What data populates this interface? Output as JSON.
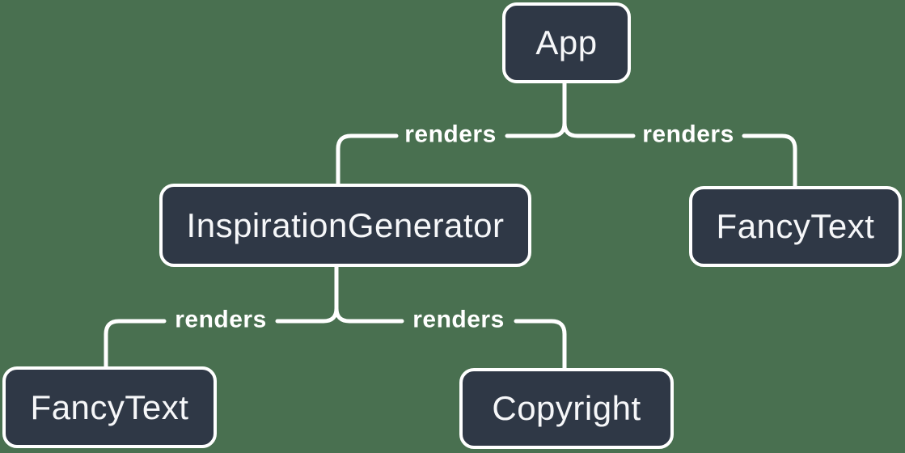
{
  "colors": {
    "background": "#497050",
    "node_fill": "#2F3846",
    "node_border": "#FFFFFF",
    "edge": "#FFFFFF",
    "text": "#F6F7F9"
  },
  "nodes": [
    {
      "id": "app",
      "label": "App"
    },
    {
      "id": "inspiration-generator",
      "label": "InspirationGenerator"
    },
    {
      "id": "fancy-text-top",
      "label": "FancyText"
    },
    {
      "id": "fancy-text-bottom",
      "label": "FancyText"
    },
    {
      "id": "copyright",
      "label": "Copyright"
    }
  ],
  "edges": [
    {
      "from": "App",
      "to": "InspirationGenerator",
      "label": "renders"
    },
    {
      "from": "App",
      "to": "FancyText",
      "label": "renders"
    },
    {
      "from": "InspirationGenerator",
      "to": "FancyText",
      "label": "renders"
    },
    {
      "from": "InspirationGenerator",
      "to": "Copyright",
      "label": "renders"
    }
  ]
}
